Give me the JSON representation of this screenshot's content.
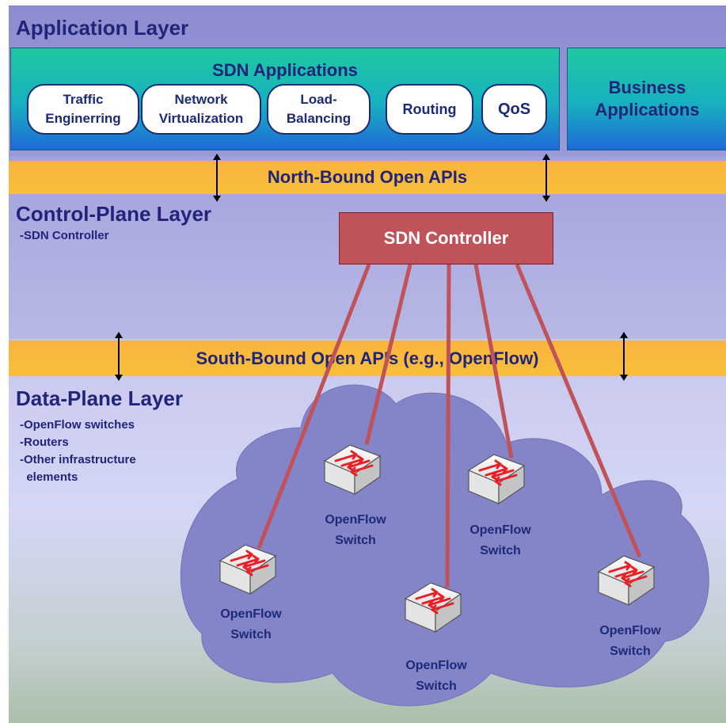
{
  "application_layer": {
    "title": "Application Layer",
    "sdn_applications": {
      "title": "SDN Applications",
      "apps": [
        {
          "label": "Traffic\nEnginerring"
        },
        {
          "label": "Network\nVirtualization"
        },
        {
          "label": "Load-\nBalancing"
        },
        {
          "label": "Routing"
        },
        {
          "label": "QoS"
        }
      ]
    },
    "business_applications": "Business\nApplications"
  },
  "north_bound_api": "North-Bound Open APIs",
  "control_plane_layer": {
    "title": "Control-Plane Layer",
    "items": [
      "-SDN Controller"
    ]
  },
  "sdn_controller": "SDN Controller",
  "south_bound_api": "South-Bound Open APIs (e.g., OpenFlow)",
  "data_plane_layer": {
    "title": "Data-Plane Layer",
    "items": [
      "-OpenFlow switches",
      "-Routers",
      "-Other infrastructure",
      "  elements"
    ]
  },
  "switches": [
    {
      "label_line1": "OpenFlow",
      "label_line2": "Switch"
    },
    {
      "label_line1": "OpenFlow",
      "label_line2": "Switch"
    },
    {
      "label_line1": "OpenFlow",
      "label_line2": "Switch"
    },
    {
      "label_line1": "OpenFlow",
      "label_line2": "Switch"
    },
    {
      "label_line1": "OpenFlow",
      "label_line2": "Switch"
    }
  ],
  "colors": {
    "layer_text": "#20247a",
    "api_bar": "#f7b93c",
    "controller": "#c0525a",
    "links": "#c0525a",
    "cloud": "#8484c8"
  }
}
